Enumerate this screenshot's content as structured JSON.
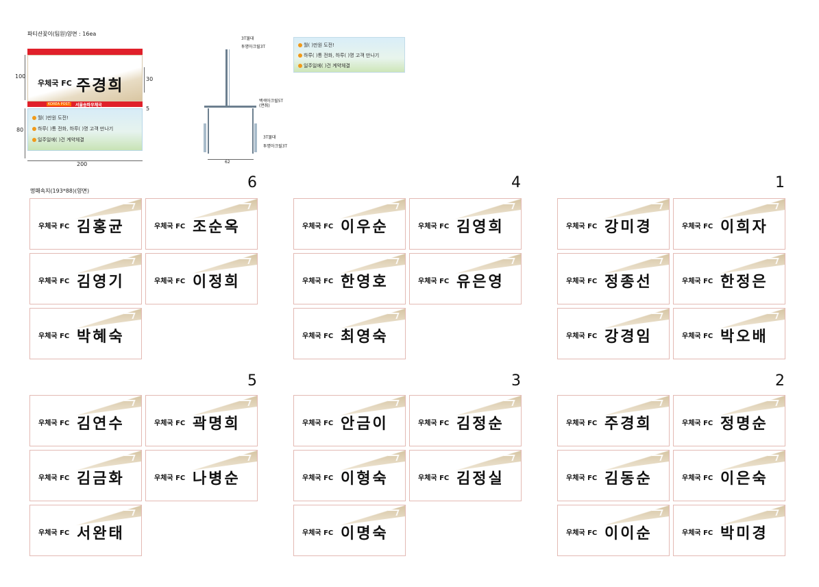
{
  "header": {
    "title": "파티션꽂이(팀원)양면 : 16ea",
    "plate_size_label": "명패속지(193*88)(양면)"
  },
  "mock": {
    "org": "우체국 FC",
    "name": "주경희",
    "strip_logo": "KOREA POST",
    "strip_title": "서울송파우체국",
    "banner_lines": [
      "월(           )만원 도전!",
      "하루(        )통 전화, 하루(        )명 고객 만나기",
      "일주일에(        )건 계약체결"
    ],
    "dims": {
      "height_top": "100",
      "height_mid": "30",
      "height_gap": "5",
      "height_bottom": "80",
      "width": "200"
    }
  },
  "side_view": {
    "labels": [
      "3T물대",
      "투명아크릴3T",
      "백색아크릴5T\n(면취)",
      "3T물대",
      "투명아크릴3T"
    ],
    "width": "62"
  },
  "top_banner": {
    "lines": [
      "월(           )만원 도전!",
      "하루(        )통 전화, 하루(        )명 고객 만나기",
      "일주일에(        )건 계약체결"
    ]
  },
  "plate_org": "우체국 FC",
  "groups": [
    {
      "number": "6",
      "names": [
        "김홍균",
        "조순옥",
        "김영기",
        "이정희",
        "박혜숙"
      ]
    },
    {
      "number": "4",
      "names": [
        "이우순",
        "김영희",
        "한영호",
        "유은영",
        "최영숙"
      ]
    },
    {
      "number": "1",
      "names": [
        "강미경",
        "이희자",
        "정종선",
        "한정은",
        "강경임",
        "박오배"
      ]
    },
    {
      "number": "5",
      "names": [
        "김연수",
        "곽명희",
        "김금화",
        "나병순",
        "서완태"
      ]
    },
    {
      "number": "3",
      "names": [
        "안금이",
        "김정순",
        "이형숙",
        "김정실",
        "이명숙"
      ]
    },
    {
      "number": "2",
      "names": [
        "주경희",
        "정명순",
        "김동순",
        "이은숙",
        "이이순",
        "박미경"
      ]
    }
  ]
}
